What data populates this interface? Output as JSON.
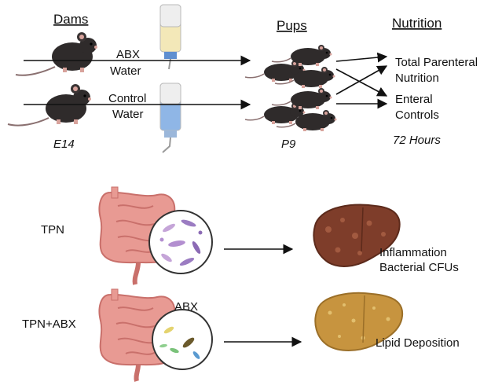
{
  "top": {
    "headers": {
      "dams": "Dams",
      "pups": "Pups",
      "nutrition": "Nutrition"
    },
    "treatments": {
      "abx": {
        "line1": "ABX",
        "line2": "Water"
      },
      "control": {
        "line1": "Control",
        "line2": "Water"
      }
    },
    "timepoints": {
      "embryonic": "E14",
      "pup_day": "P9",
      "duration": "72 Hours"
    },
    "nutrition_groups": {
      "tpn": {
        "line1": "Total Parenteral",
        "line2": "Nutrition"
      },
      "enteral": {
        "line1": "Enteral",
        "line2": "Controls"
      }
    }
  },
  "bottom": {
    "groups": [
      {
        "label": "TPN",
        "icon": "inflamed-liver-icon",
        "outcome_line1": "Inflammation",
        "outcome_line2": "Bacterial CFUs"
      },
      {
        "label": "TPN+ABX",
        "icon": "fatty-liver-icon",
        "outcome_line1": "Lipid Deposition",
        "outcome_line2": ""
      }
    ],
    "abx_label": "ABX"
  },
  "colors": {
    "mouse": "#2f2b2b",
    "mouse_skin": "#d8a39c",
    "abx_bottle_fluid": "#f3e8b8",
    "control_bottle_fluid": "#8fb6e6",
    "bottle_cap": "#5f8fd0",
    "intestine": "#e89a93",
    "intestine_dark": "#c9706b",
    "inflamed_liver": "#7e3d2a",
    "fatty_liver": "#c7943f"
  }
}
